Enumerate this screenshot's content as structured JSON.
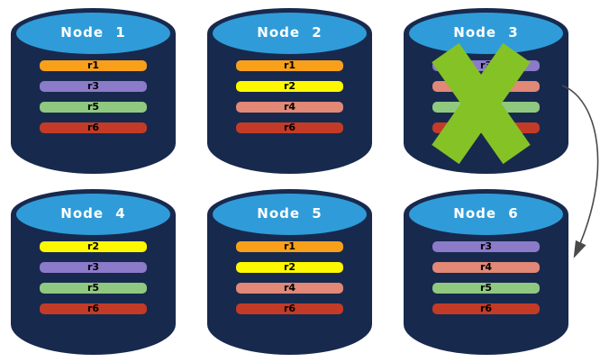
{
  "palette": {
    "background": "#ffffff",
    "cylinder_body": "#18294e",
    "cylinder_top_fill": "#2f9cd9",
    "title_text": "#ffffff",
    "bar_text": "#000000"
  },
  "nodes": [
    {
      "title": "Node 1",
      "failed": "false",
      "replicas": [
        {
          "label": "r1",
          "color": "#f9a01b"
        },
        {
          "label": "r3",
          "color": "#8c7bc9"
        },
        {
          "label": "r5",
          "color": "#8fc97f"
        },
        {
          "label": "r6",
          "color": "#c33b26"
        }
      ]
    },
    {
      "title": "Node 2",
      "failed": "false",
      "replicas": [
        {
          "label": "r1",
          "color": "#f9a01b"
        },
        {
          "label": "r2",
          "color": "#fdf800"
        },
        {
          "label": "r4",
          "color": "#e18877"
        },
        {
          "label": "r6",
          "color": "#c33b26"
        }
      ]
    },
    {
      "title": "Node 3",
      "failed": "true",
      "replicas": [
        {
          "label": "r3",
          "color": "#8c7bc9"
        },
        {
          "label": "r4",
          "color": "#e18877"
        },
        {
          "label": "r5",
          "color": "#8fc97f"
        },
        {
          "label": "r6",
          "color": "#c33b26"
        }
      ]
    },
    {
      "title": "Node 4",
      "failed": "false",
      "replicas": [
        {
          "label": "r2",
          "color": "#fdf800"
        },
        {
          "label": "r3",
          "color": "#8c7bc9"
        },
        {
          "label": "r5",
          "color": "#8fc97f"
        },
        {
          "label": "r6",
          "color": "#c33b26"
        }
      ]
    },
    {
      "title": "Node 5",
      "failed": "false",
      "replicas": [
        {
          "label": "r1",
          "color": "#f9a01b"
        },
        {
          "label": "r2",
          "color": "#fdf800"
        },
        {
          "label": "r4",
          "color": "#e18877"
        },
        {
          "label": "r6",
          "color": "#c33b26"
        }
      ]
    },
    {
      "title": "Node 6",
      "failed": "false",
      "replicas": [
        {
          "label": "r3",
          "color": "#8c7bc9"
        },
        {
          "label": "r4",
          "color": "#e18877"
        },
        {
          "label": "r5",
          "color": "#8fc97f"
        },
        {
          "label": "r6",
          "color": "#c33b26"
        }
      ]
    }
  ],
  "annotations": {
    "failure_x": {
      "node": "Node 3",
      "color": "#85c226"
    },
    "arrow": {
      "from": "Node 3",
      "to": "Node 6",
      "color": "#4a4a4a"
    }
  }
}
